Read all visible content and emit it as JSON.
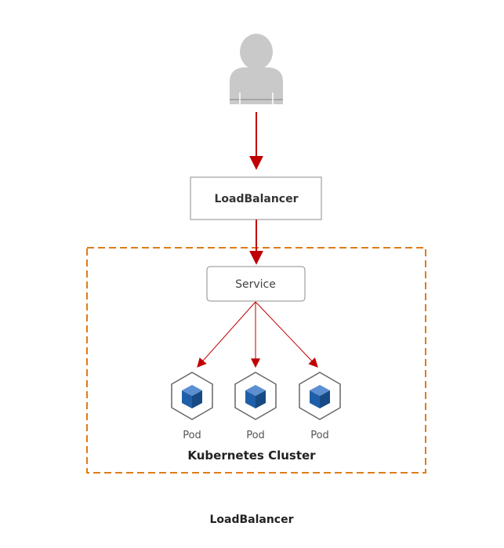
{
  "diagram": {
    "load_balancer_label": "LoadBalancer",
    "service_label": "Service",
    "pods": [
      {
        "label": "Pod"
      },
      {
        "label": "Pod"
      },
      {
        "label": "Pod"
      }
    ],
    "cluster_label": "Kubernetes Cluster",
    "caption": "LoadBalancer",
    "colors": {
      "arrow": "#c00000",
      "cluster_border": "#e07b17",
      "pod_cube": "#1f5fa8",
      "user_icon": "#c8c8c8"
    }
  }
}
